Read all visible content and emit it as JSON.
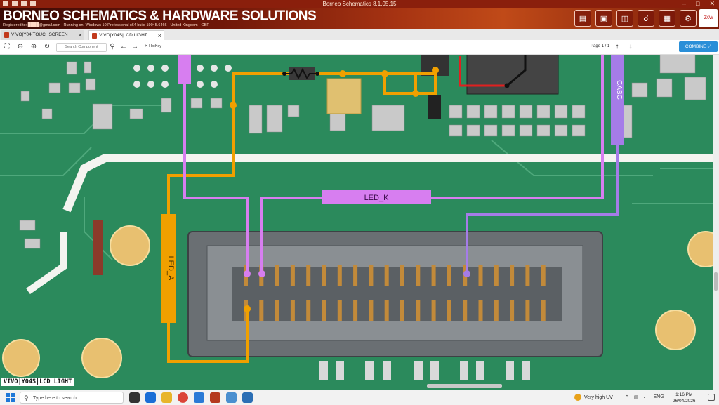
{
  "app": {
    "window_title": "Borneo Schematics 8.1.05.15",
    "brand": "BORNEO SCHEMATICS & HARDWARE SOLUTIONS",
    "registration": "Registered to: ████@gmail.com | Running on: Windows 10 Professional x64 build 19045.6466 - United Kingdom - GBR"
  },
  "tabs": [
    {
      "label": "VIVO|Y04|TOUCHSCREEN",
      "active": false
    },
    {
      "label": "VIVO|Y04S|LCD LIGHT",
      "active": true
    }
  ],
  "toolbar": {
    "search_placeholder": "Search Component",
    "hotkey_label": "HotKey",
    "page_info": "Page 1 / 1",
    "combine_label": "COMBINE ⤢"
  },
  "schematic": {
    "labels": {
      "led_k": "LED_K",
      "led_a": "LED_A",
      "cabc": "CABC"
    },
    "colors": {
      "orange_net": "#f0a000",
      "violet_net": "#d77ef0",
      "purple_net": "#a57ce8",
      "pcb": "#2b8a5c"
    }
  },
  "document_label": "VIVO|Y04S|LCD LIGHT",
  "taskbar": {
    "search_placeholder": "Type here to search",
    "weather": "Very high UV",
    "language": "ENG",
    "time": "1:16 PM",
    "date": "26/04/2026"
  }
}
